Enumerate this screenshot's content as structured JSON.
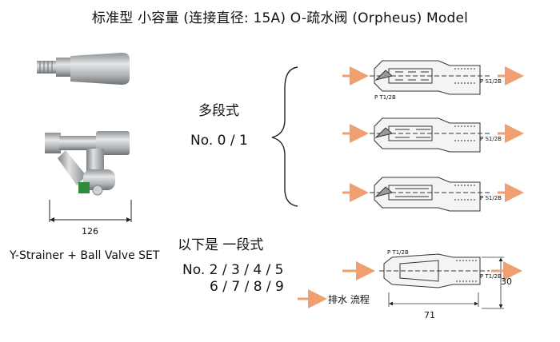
{
  "title": "标准型 小容量 (连接直径: 15A) O-疏水阀 (Orpheus) Model",
  "multi_stage": {
    "label": "多段式",
    "models": "No. 0 / 1"
  },
  "single_stage": {
    "label": "以下是 一段式",
    "models_line1": "No. 2 / 3 / 4 / 5",
    "models_line2": "6 / 7 / 8 / 9"
  },
  "strainer": {
    "dimension": "126",
    "caption": "Y-Strainer + Ball Valve SET"
  },
  "drain_flow_label": "排水 流程",
  "drawing": {
    "port_in": "P T1/2B",
    "port_out": "P S1/2B",
    "port_out_lower": "P T1/2B",
    "length_dim": "71",
    "height_dim": "30"
  },
  "colors": {
    "flow_arrow": "#f0a070",
    "steel": "#b9bcbe",
    "valve_green": "#2e8b3a"
  }
}
